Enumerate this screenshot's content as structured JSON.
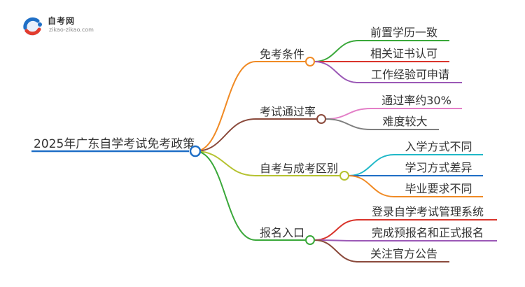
{
  "logo": {
    "name": "自考网",
    "url": "zikao-zikao.com"
  },
  "root": {
    "label": "2025年广东自学考试免考政策",
    "color": "#1f6fc6"
  },
  "branches": [
    {
      "label": "免考条件",
      "color": "#f08a24",
      "leaves": [
        {
          "label": "前置学历一致",
          "color": "#3aa83a"
        },
        {
          "label": "相关证书认可",
          "color": "#d9342b"
        },
        {
          "label": "工作经验可申请",
          "color": "#9b59b6"
        }
      ]
    },
    {
      "label": "考试通过率",
      "color": "#8b4a3c",
      "leaves": [
        {
          "label": "通过率约30%",
          "color": "#e37fc7"
        },
        {
          "label": "难度较大",
          "color": "#7f7f7f"
        }
      ]
    },
    {
      "label": "自考与成考区别",
      "color": "#b5c230",
      "leaves": [
        {
          "label": "入学方式不同",
          "color": "#20b8c8"
        },
        {
          "label": "学习方式差异",
          "color": "#1f6fc6"
        },
        {
          "label": "毕业要求不同",
          "color": "#f08a24"
        }
      ]
    },
    {
      "label": "报名入口",
      "color": "#3aa83a",
      "leaves": [
        {
          "label": "登录自学考试管理系统",
          "color": "#d9342b"
        },
        {
          "label": "完成预报名和正式报名",
          "color": "#9b59b6"
        },
        {
          "label": "关注官方公告",
          "color": "#8b4a3c"
        }
      ]
    }
  ]
}
